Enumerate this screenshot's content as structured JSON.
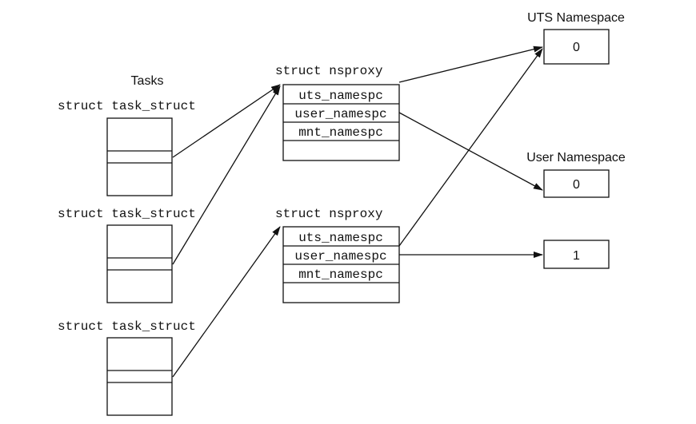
{
  "labels": {
    "tasks_heading": "Tasks",
    "uts_namespace_heading": "UTS Namespace",
    "user_namespace_heading": "User Namespace"
  },
  "tasks": [
    {
      "type": "struct task_struct"
    },
    {
      "type": "struct task_struct"
    },
    {
      "type": "struct task_struct"
    }
  ],
  "nsproxies": [
    {
      "type": "struct nsproxy",
      "fields": [
        "uts_namespc",
        "user_namespc",
        "mnt_namespc"
      ]
    },
    {
      "type": "struct nsproxy",
      "fields": [
        "uts_namespc",
        "user_namespc",
        "mnt_namespc"
      ]
    }
  ],
  "namespaces": {
    "uts": [
      {
        "value": "0"
      }
    ],
    "user": [
      {
        "value": "0"
      },
      {
        "value": "1"
      }
    ]
  }
}
